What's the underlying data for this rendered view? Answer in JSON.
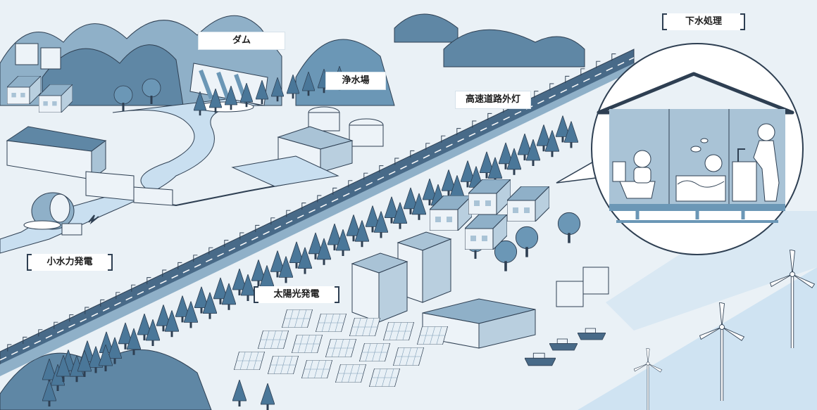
{
  "labels": {
    "dam": "ダム",
    "water_purification": "浄水場",
    "highway_lights": "高速道路外灯",
    "sewage_treatment": "下水処理",
    "small_hydro": "小水力発電",
    "solar_power": "太陽光発電"
  },
  "palette": {
    "background": "#eaf1f6",
    "light_water": "#c9dff0",
    "sea": "#cfe3f2",
    "land": "#dbe7f0",
    "mountain_dark": "#5f87a5",
    "mountain_mid": "#8fb0c8",
    "tree_dark": "#3f6f92",
    "tree_light": "#6b97b6",
    "highway": "#486a88",
    "building_light": "#edf3f8",
    "building_shade": "#a9c3d6",
    "outline": "#2e3f52"
  },
  "icons": [
    "dam-icon",
    "water-tank-icon",
    "highway-icon",
    "house-icon",
    "tree-icon",
    "solar-panel-icon",
    "wind-turbine-icon",
    "boat-icon",
    "factory-icon",
    "office-building-icon",
    "turbine-generator-icon",
    "lightning-icon",
    "toilet-icon",
    "person-icon",
    "sink-icon",
    "bathtub-icon",
    "mountain-icon"
  ]
}
